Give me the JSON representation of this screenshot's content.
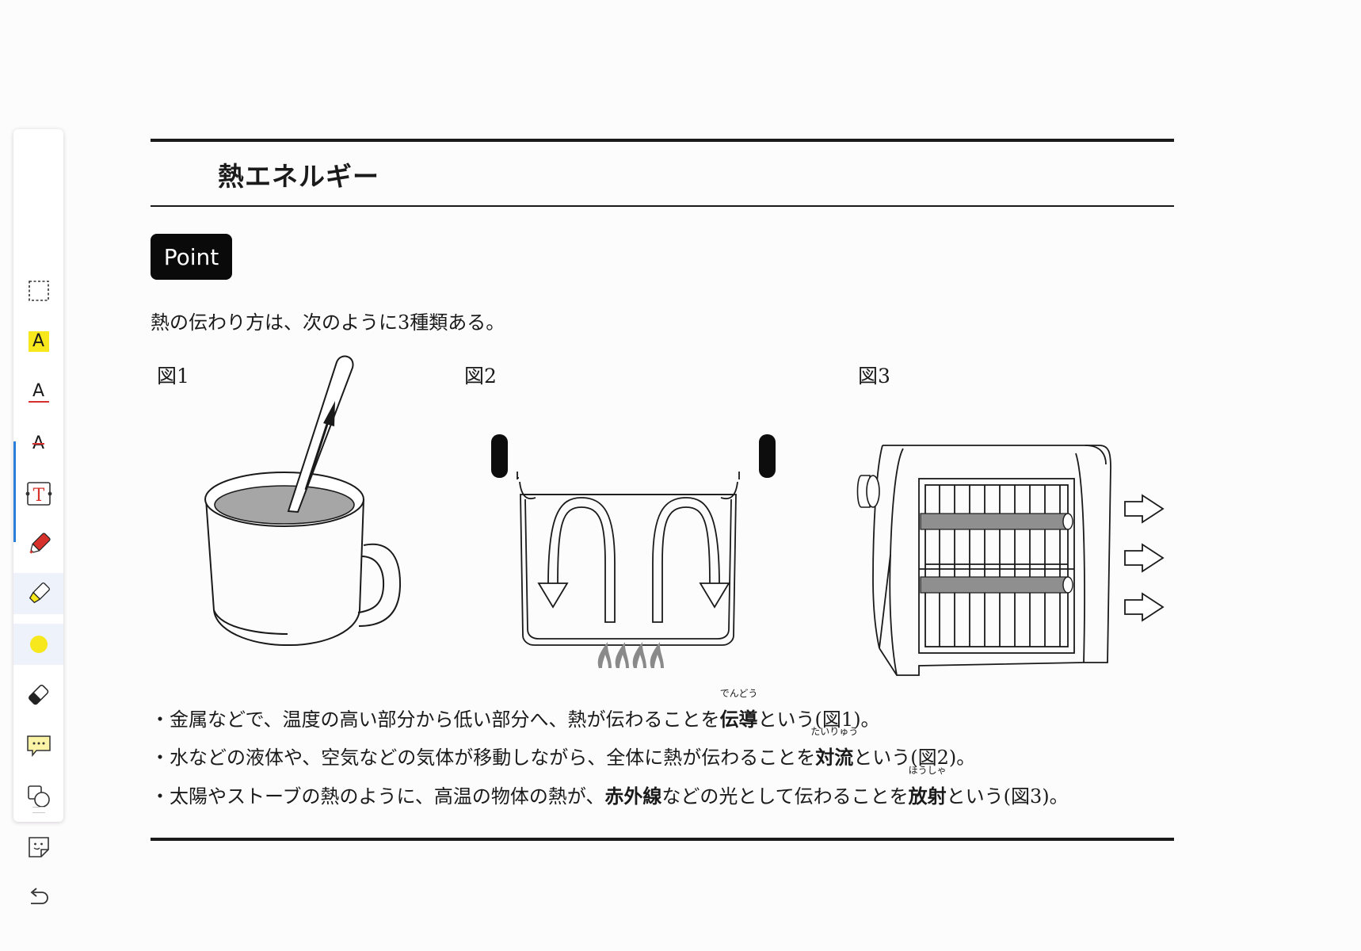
{
  "toolbar": {
    "tools": [
      {
        "name": "select-area"
      },
      {
        "name": "highlight-text",
        "glyph": "A"
      },
      {
        "name": "underline-text",
        "glyph": "A"
      },
      {
        "name": "strikethrough-text",
        "glyph": "A"
      },
      {
        "name": "text-box",
        "glyph": "T"
      },
      {
        "name": "pen"
      },
      {
        "name": "highlighter",
        "active": true
      },
      {
        "name": "color-yellow",
        "color": "#f7e81e",
        "active": true
      },
      {
        "name": "eraser"
      },
      {
        "name": "comment",
        "glyph": "···"
      },
      {
        "name": "shape"
      },
      {
        "name": "sticker"
      },
      {
        "name": "undo"
      }
    ]
  },
  "page": {
    "title": "熱エネルギー",
    "point_label": "Point",
    "intro": "熱の伝わり方は、次のように3種類ある。",
    "figures": [
      {
        "label": "図1",
        "icon": "mug-with-spoon"
      },
      {
        "label": "図2",
        "icon": "pot-on-flame"
      },
      {
        "label": "図3",
        "icon": "electric-heater"
      }
    ],
    "bullets": [
      {
        "before": "・金属などで、温度の高い部分から低い部分へ、熱が伝わることを",
        "term": "伝導",
        "ruby": "でんどう",
        "after": "という(図1)。"
      },
      {
        "before": "・水などの液体や、空気などの気体が移動しながら、全体に熱が伝わることを",
        "term": "対流",
        "ruby": "たいりゅう",
        "after": "という(図2)。"
      },
      {
        "before": "・太陽やストーブの熱のように、高温の物体の熱が、",
        "bold_mid": "赤外線",
        "middle": "などの光として伝わることを",
        "term": "放射",
        "ruby": "ほうしゃ",
        "after": "という(図3)。"
      }
    ]
  }
}
